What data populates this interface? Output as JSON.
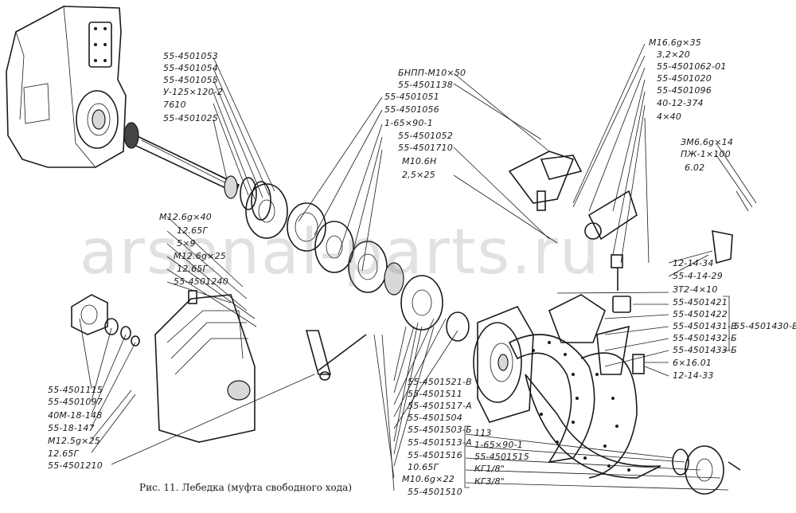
{
  "caption": "Рис. 11. Лебедка (муфта свободного хода)",
  "watermark": "arsenal-parts.ru",
  "labels": {
    "l1": "55-4501053",
    "l2": "55-4501054",
    "l3": "55-4501055",
    "l4": "У-125×120-2",
    "l5": "7610",
    "l6": "55-4501025",
    "l7": "БНПП-М10×50",
    "l8": "55-4501138",
    "l9": "55-4501051",
    "l10": "55-4501056",
    "l11": "1-65×90-1",
    "l12": "55-4501052",
    "l13": "55-4501710",
    "l14": "М10.6Н",
    "l15": "2,5×25",
    "l16": "М16.6g×35",
    "l17": "3,2×20",
    "l18": "55-4501062-01",
    "l19": "55-4501020",
    "l20": "55-4501096",
    "l21": "40-12-374",
    "l22": "4×40",
    "l23": "ЗМ6.6g×14",
    "l24": "ПЖ-1×100",
    "l25": "6.02",
    "l26": "12-14-34",
    "l27": "55-4-14-29",
    "l28": "ЗТ2-4×10",
    "l29": "55-4501421",
    "l30": "55-4501422",
    "l31": "55-4501431-В",
    "l32": "55-4501432-Б",
    "l33": "55-4501433-Б",
    "l34": "55-4501430-В",
    "l35": "6×16.01",
    "l36": "12-14-33",
    "l37": "М12.6g×40",
    "l38": "12.65Г",
    "l39": "5×9",
    "l40": "М12.6g×25",
    "l41": "12.65Г",
    "l42": "55-4501240",
    "l43": "55-4501115",
    "l44": "55-4501097",
    "l45": "40М-18-148",
    "l46": "55-18-147",
    "l47": "М12.5g×25",
    "l48": "12.65Г",
    "l49": "55-4501210",
    "l50": "55-4501521-В",
    "l51": "55-4501511",
    "l52": "55-4501517-А",
    "l53": "55-4501504",
    "l54": "55-4501503-Б",
    "l55": "55-4501513-А",
    "l56": "55-4501516",
    "l57": "10.65Г",
    "l58": "М10.6g×22",
    "l59": "55-4501510",
    "l60": "113",
    "l61": "1-65×90-1",
    "l62": "55-4501515",
    "l63": "КГ1/8\"",
    "l64": "КГ3/8\""
  }
}
